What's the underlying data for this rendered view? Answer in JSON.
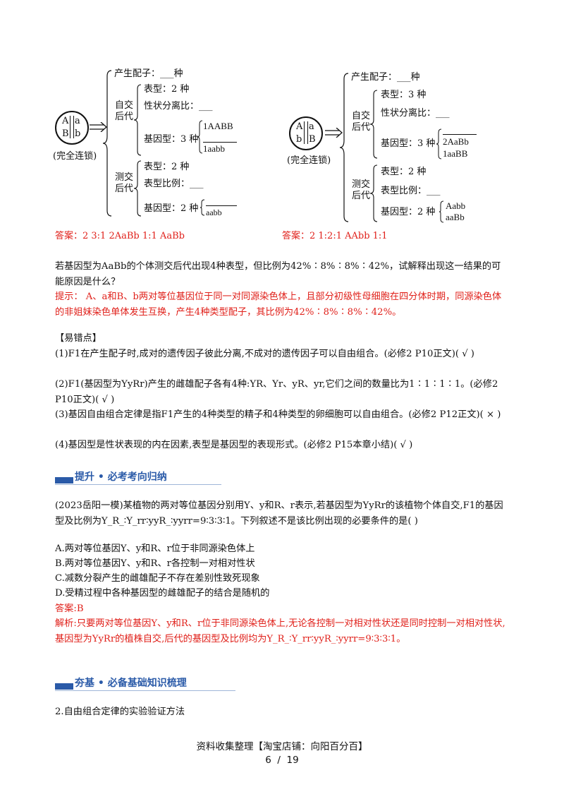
{
  "diagram_left": {
    "allele_top": [
      "A",
      "a"
    ],
    "allele_bottom": [
      "B",
      "b"
    ],
    "caption": "(完全连锁)",
    "gamete_label": "产生配子：___种",
    "self_label": [
      "自交",
      "后代"
    ],
    "self_items": [
      "表型：2 种",
      "性状分离比：___",
      "基因型：3 种"
    ],
    "self_genotypes": [
      "1AABB",
      "",
      "1aabb"
    ],
    "test_label": [
      "测交",
      "后代"
    ],
    "test_items": [
      "表型：2 种",
      "表型比例：___",
      "基因型：2 种"
    ],
    "test_genotypes": [
      "",
      "aabb"
    ],
    "answer": "答案：2   3:1  2AaBb   1:1   AaBb"
  },
  "diagram_right": {
    "allele_top": [
      "A",
      "a"
    ],
    "allele_bottom": [
      "b",
      "B"
    ],
    "caption": "(完全连锁)",
    "gamete_label": "产生配子：___种",
    "self_label": [
      "自交",
      "后代"
    ],
    "self_items": [
      "表型：3 种",
      "性状分离比：___",
      "基因型：3 种"
    ],
    "self_genotypes": [
      "",
      "2AaBb",
      "1aaBB"
    ],
    "test_label": [
      "测交",
      "后代"
    ],
    "test_items": [
      "表型：2 种",
      "表型比例：___",
      "基因型：2 种"
    ],
    "test_genotypes": [
      "Aabb",
      "aaBb"
    ],
    "answer": "答案：2     1:2:1    AAbb    1:1"
  },
  "question": {
    "text": "若基因型为AaBb的个体测交后代出现4种表型，但比例为42%∶8%∶8%∶42%，试解释出现这一结果的可能原因是什么？",
    "hint": "提示：    A、a和B、b两对等位基因位于同一对同源染色体上，且部分初级性母细胞在四分体时期，同源染色体的非姐妹染色单体发生互换，产生4种类型配子，其比例为42%∶8%∶8%∶42%。"
  },
  "error_points": {
    "heading": "【易错点】",
    "items": [
      "(1)F1在产生配子时,成对的遗传因子彼此分离,不成对的遗传因子可以自由组合。(必修2 P10正文)(   √   )",
      "(2)F1(基因型为YyRr)产生的雌雄配子各有4种:YR、Yr、yR、yr,它们之间的数量比为1∶1∶1∶1。(必修2 P10正文)(   √   )",
      "(3)基因自由组合定律是指F1产生的4种类型的精子和4种类型的卵细胞可以自由组合。(必修2 P12正文)(   ×   )",
      "(4)基因型是性状表现的内在因素,表型是基因型的表现形式。(必修2 P15本章小结)(   √   )"
    ]
  },
  "section1": {
    "title": "提升 • 必考考向归纳"
  },
  "exam": {
    "stem": "(2023岳阳一模)某植物的两对等位基因分别用Y、y和R、r表示,若基因型为YyRr的该植物个体自交,F1的基因型及比例为Y_R_∶Y_rr∶yyR_∶yyrr=9∶3∶3∶1。下列叙述不是该比例出现的必要条件的是(   )",
    "options": [
      "A.两对等位基因Y、y和R、r位于非同源染色体上",
      "B.两对等位基因Y、y和R、r各控制一对相对性状",
      "C.减数分裂产生的雌雄配子不存在差别性致死现象",
      "D.受精过程中各种基因型的雌雄配子的结合是随机的"
    ],
    "answer": "答案:B",
    "analysis": "解析:只要两对等位基因Y、y和R、r位于非同源染色体上,无论各控制一对相对性状还是同时控制一对相对性状,基因型为YyRr的植株自交,后代的基因型及比例均为Y_R_∶Y_rr∶yyR_∶yyrr=9∶3∶3∶1。"
  },
  "section2": {
    "title": "夯基 • 必备基础知识梳理"
  },
  "subheading": "2.自由组合定律的实验验证方法",
  "footer": {
    "source": "资料收集整理【淘宝店铺：向阳百分百】",
    "page": "6  /  19"
  },
  "colors": {
    "answer_red": "#e0201a",
    "banner_blue": "#2a5aa8"
  }
}
